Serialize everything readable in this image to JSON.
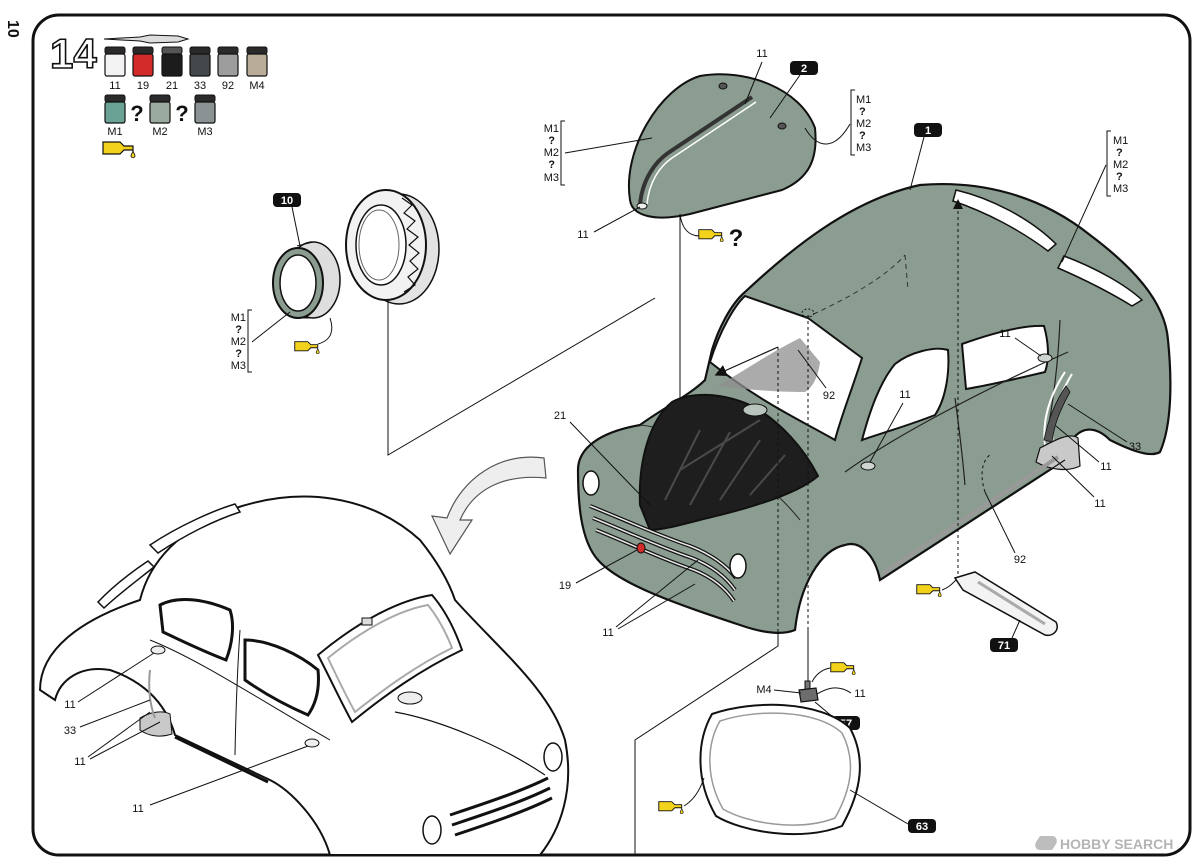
{
  "page_number": "10",
  "step_number": "14",
  "paints": [
    {
      "code": "11",
      "color": "#f3f3f3"
    },
    {
      "code": "19",
      "color": "#d32a2a"
    },
    {
      "code": "21",
      "color": "#1c1c1c"
    },
    {
      "code": "33",
      "color": "#45484a"
    },
    {
      "code": "92",
      "color": "#9c9d9c"
    },
    {
      "code": "M4",
      "color": "#b9ad97"
    }
  ],
  "mix_paints": [
    {
      "code": "M1",
      "color": "#6aa396"
    },
    {
      "code": "M2",
      "color": "#9aaa9e"
    },
    {
      "code": "M3",
      "color": "#8a9294"
    }
  ],
  "mix_symbol": "?",
  "parts": {
    "body": "1",
    "hood": "2",
    "wheel": "10",
    "bar": "71",
    "mirror": "57",
    "windshield": "63"
  },
  "brackets": {
    "hood_left": [
      "M1",
      "?",
      "M2",
      "?",
      "M3"
    ],
    "hood_right": [
      "M1",
      "?",
      "M2",
      "?",
      "M3"
    ],
    "body_right": [
      "M1",
      "?",
      "M2",
      "?",
      "M3"
    ],
    "wheel": [
      "M1",
      "?",
      "M2",
      "?",
      "M3"
    ]
  },
  "glue_optional_mark": "?",
  "callouts": {
    "hood_hinge": "11",
    "hood_edge": "11",
    "hood_opening": "21",
    "windshield_tint": "92",
    "front_door_handle": "11",
    "rear_door_handle": "11",
    "rear_fender_guard": "33",
    "rear_fender_trim_upper": "11",
    "rear_fender_trim_lower": "11",
    "sill": "92",
    "grille_badge": "19",
    "grille_bars": "11",
    "mirror_base": "M4",
    "mirror_body": "11",
    "assembled_door_handle": "11",
    "assembled_fender_guard": "33",
    "assembled_fender_trim": "11",
    "assembled_front_door_handle": "11"
  },
  "colors": {
    "body_green": "#8b9d90",
    "hood_black": "#1e1e1e",
    "badge": "#111111",
    "glue": "#f2d21b"
  },
  "watermark": "HOBBY SEARCH"
}
